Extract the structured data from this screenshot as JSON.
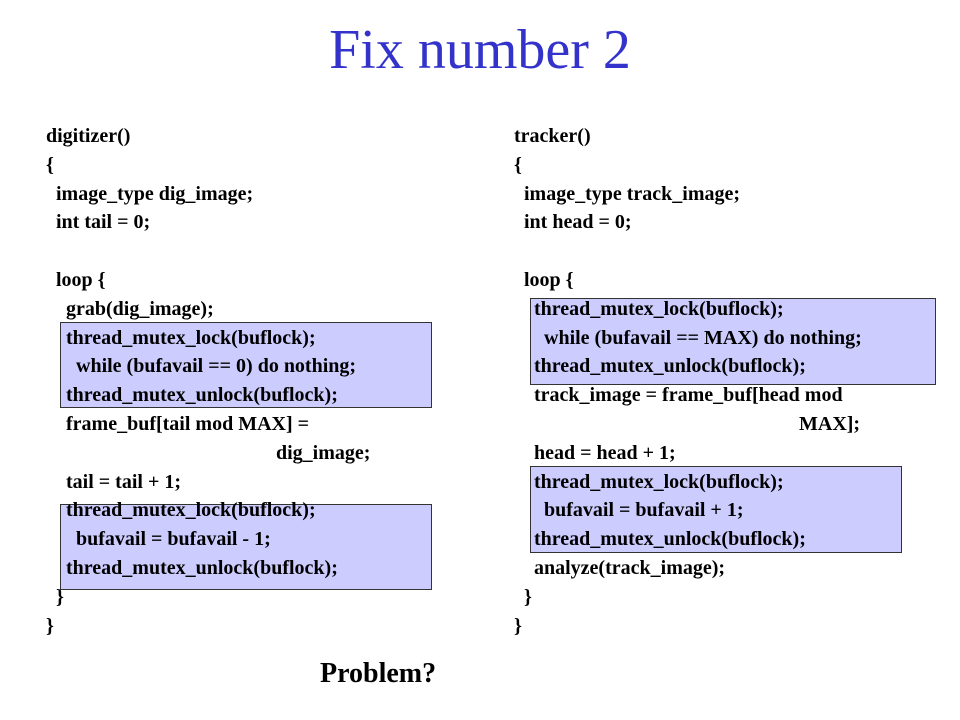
{
  "slide": {
    "title": "Fix number 2",
    "footer": "Problem?"
  },
  "left_code": {
    "lines": [
      "digitizer()",
      "{",
      "  image_type dig_image;",
      "  int tail = 0;",
      "",
      "  loop {",
      "    grab(dig_image);",
      "    thread_mutex_lock(buflock);",
      "      while (bufavail == 0) do nothing;",
      "    thread_mutex_unlock(buflock);",
      "    frame_buf[tail mod MAX] =",
      "                                              dig_image;",
      "    tail = tail + 1;",
      "    thread_mutex_lock(buflock);",
      "      bufavail = bufavail - 1;",
      "    thread_mutex_unlock(buflock);",
      "  }",
      "}"
    ]
  },
  "right_code": {
    "lines": [
      "tracker()",
      "{",
      "  image_type track_image;",
      "  int head = 0;",
      "",
      "  loop {",
      "    thread_mutex_lock(buflock);",
      "      while (bufavail == MAX) do nothing;",
      "    thread_mutex_unlock(buflock);",
      "    track_image = frame_buf[head mod",
      "                                                         MAX];",
      "    head = head + 1;",
      "    thread_mutex_lock(buflock);",
      "      bufavail = bufavail + 1;",
      "    thread_mutex_unlock(buflock);",
      "    analyze(track_image);",
      "  }",
      "}"
    ]
  },
  "colors": {
    "title": "#3333cc",
    "highlight_fill": "#ccccff",
    "highlight_border": "#333333"
  }
}
